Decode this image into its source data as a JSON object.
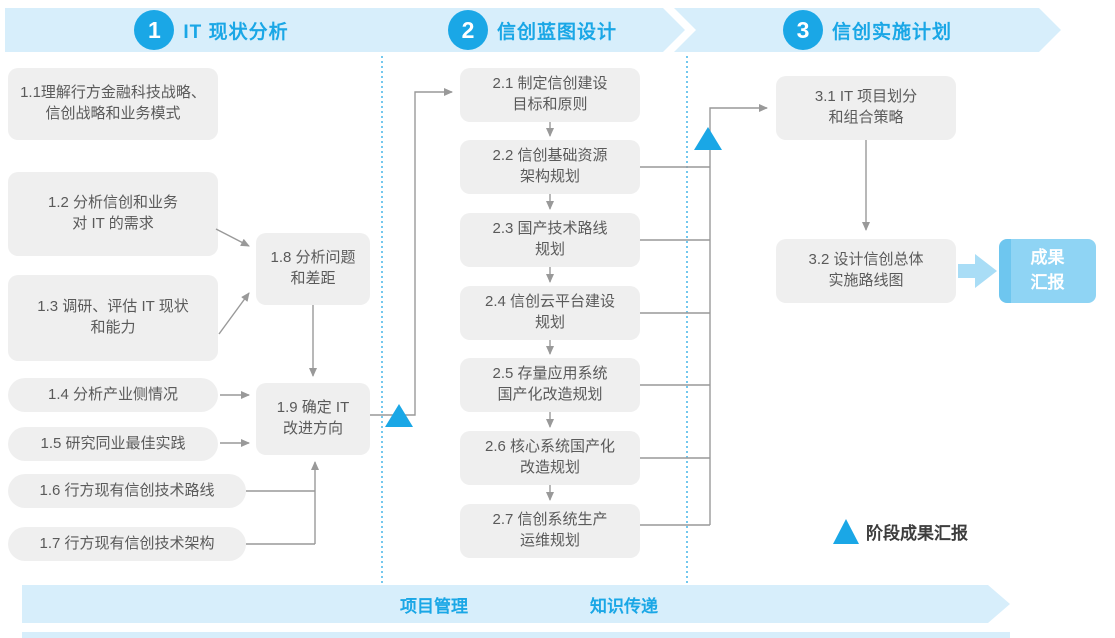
{
  "phases": [
    {
      "number": "1",
      "title": "IT 现状分析"
    },
    {
      "number": "2",
      "title": "信创蓝图设计"
    },
    {
      "number": "3",
      "title": "信创实施计划"
    }
  ],
  "boxes": {
    "b11": "1.1理解行方金融科技战略、\n信创战略和业务模式",
    "b12": "1.2 分析信创和业务\n对 IT 的需求",
    "b13": "1.3 调研、评估 IT 现状\n和能力",
    "b14": "1.4 分析产业侧情况",
    "b15": "1.5 研究同业最佳实践",
    "b16": "1.6 行方现有信创技术路线",
    "b17": "1.7 行方现有信创技术架构",
    "b18": "1.8 分析问题\n和差距",
    "b19": "1.9 确定 IT\n改进方向",
    "b21": "2.1 制定信创建设\n目标和原则",
    "b22": "2.2 信创基础资源\n架构规划",
    "b23": "2.3 国产技术路线\n规划",
    "b24": "2.4 信创云平台建设\n规划",
    "b25": "2.5 存量应用系统\n国产化改造规划",
    "b26": "2.6 核心系统国产化\n改造规划",
    "b27": "2.7 信创系统生产\n运维规划",
    "b31": "3.1 IT 项目划分\n和组合策略",
    "b32": "3.2 设计信创总体\n实施路线图",
    "result": "成果\n汇报"
  },
  "legend": {
    "label": "阶段成果汇报"
  },
  "footer": {
    "left_label": "项目管理",
    "right_label": "知识传递"
  },
  "colors": {
    "accent": "#1aa7e6",
    "banner_bg": "#d7eefb",
    "box_bg": "#efefef",
    "box_text": "#5a5a5a",
    "connector": "#999999",
    "result_bg": "#8fd4f4",
    "result_edge": "#6ec6ef",
    "block_arrow": "#a9ddf6"
  }
}
